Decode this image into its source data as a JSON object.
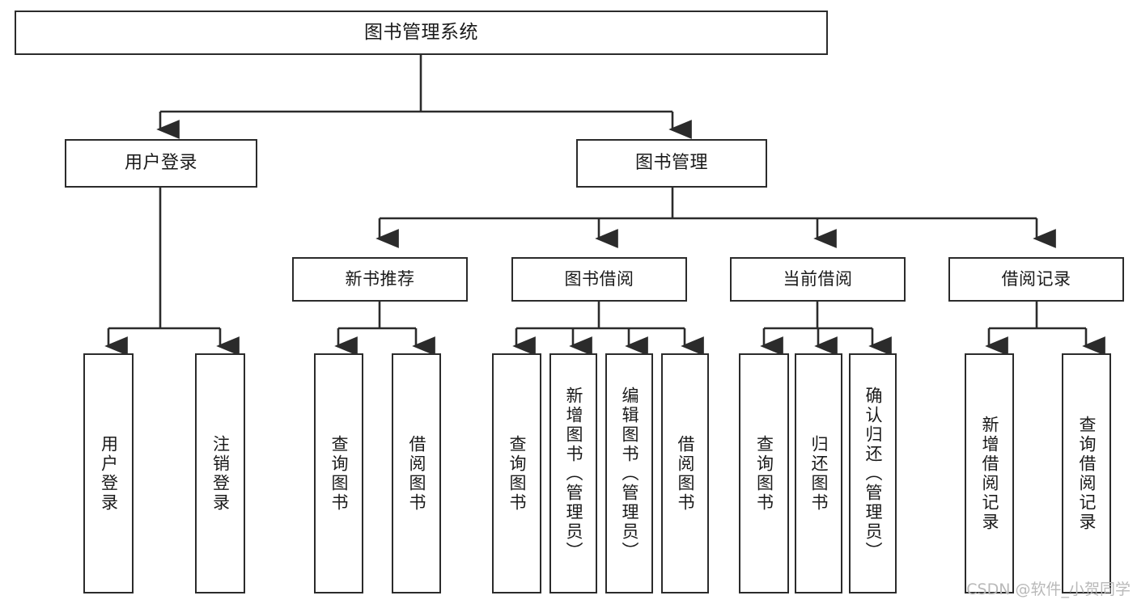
{
  "diagram": {
    "title": "图书管理系统",
    "watermark": "CSDN @软件_小贺同学",
    "colors": {
      "box_border": "#2b2b2b",
      "box_fill": "#ffffff",
      "connector": "#2b2b2b",
      "text": "#1a1a1a",
      "watermark": "#b9b9b9"
    },
    "root": {
      "label": "图书管理系统"
    },
    "level1": [
      {
        "label": "用户登录"
      },
      {
        "label": "图书管理"
      }
    ],
    "level2": [
      {
        "label": "新书推荐"
      },
      {
        "label": "图书借阅"
      },
      {
        "label": "当前借阅"
      },
      {
        "label": "借阅记录"
      }
    ],
    "leaves": [
      {
        "label": "用户登录",
        "parent": "用户登录"
      },
      {
        "label": "注销登录",
        "parent": "用户登录"
      },
      {
        "label": "查询图书",
        "parent": "新书推荐"
      },
      {
        "label": "借阅图书",
        "parent": "新书推荐"
      },
      {
        "label": "查询图书",
        "parent": "图书借阅"
      },
      {
        "label": "新增图书（管理员）",
        "parent": "图书借阅"
      },
      {
        "label": "编辑图书（管理员）",
        "parent": "图书借阅"
      },
      {
        "label": "借阅图书",
        "parent": "图书借阅"
      },
      {
        "label": "查询图书",
        "parent": "当前借阅"
      },
      {
        "label": "归还图书",
        "parent": "当前借阅"
      },
      {
        "label": "确认归还（管理员）",
        "parent": "当前借阅"
      },
      {
        "label": "新增借阅记录",
        "parent": "借阅记录"
      },
      {
        "label": "查询借阅记录",
        "parent": "借阅记录"
      }
    ]
  }
}
